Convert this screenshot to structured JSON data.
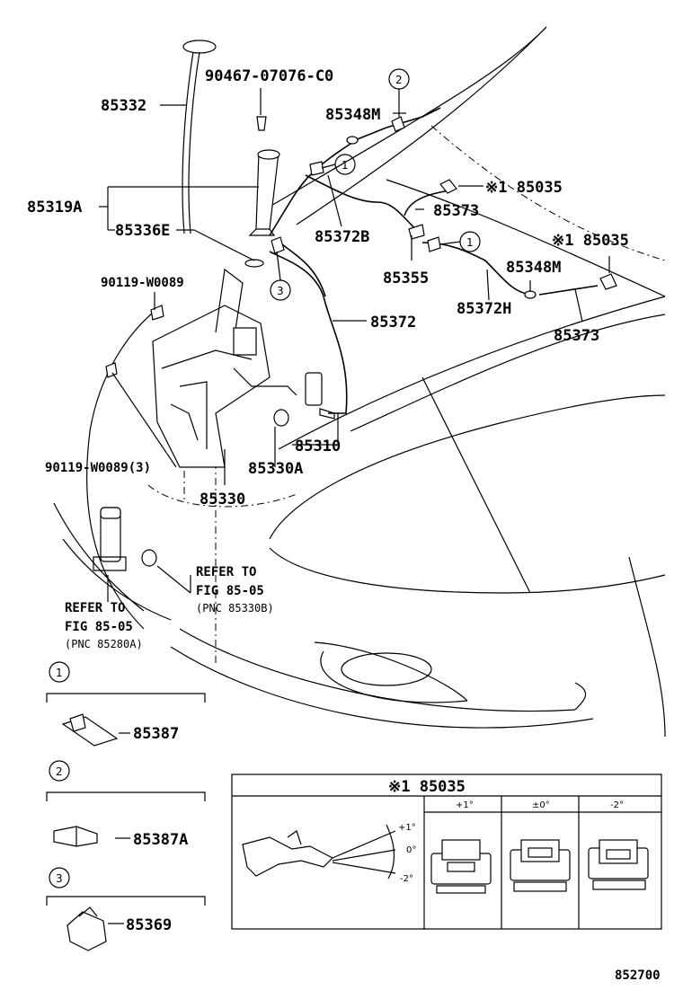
{
  "labels": {
    "p85332": "85332",
    "p90467": "90467-07076-C0",
    "p85348M_top": "85348M",
    "p85319A": "85319A",
    "p85336E": "85336E",
    "p85372B": "85372B",
    "p85035_top": "※1 85035",
    "p85373_top": "85373",
    "p85035_mid": "※1 85035",
    "p85355": "85355",
    "p85348M_mid": "85348M",
    "p90119": "90119-W0089",
    "p85372H": "85372H",
    "p85372": "85372",
    "p85373_mid": "85373",
    "p85310": "85310",
    "p85330A": "85330A",
    "p90119_3": "90119-W0089(3)",
    "p85330": "85330",
    "refer1_a": "REFER TO",
    "refer1_b": "FIG 85-05",
    "refer1_c": "(PNC 85330B)",
    "refer2_a": "REFER TO",
    "refer2_b": "FIG 85-05",
    "refer2_c": "(PNC 85280A)",
    "p85387": "85387",
    "p85387A": "85387A",
    "p85369": "85369",
    "figure_number": "852700"
  },
  "callouts": [
    "1",
    "2",
    "3"
  ],
  "inset": {
    "title": "※1 85035",
    "columns": [
      "+1°",
      "±0°",
      "-2°"
    ],
    "angles": [
      "+1°",
      "0°",
      "-2°"
    ]
  }
}
